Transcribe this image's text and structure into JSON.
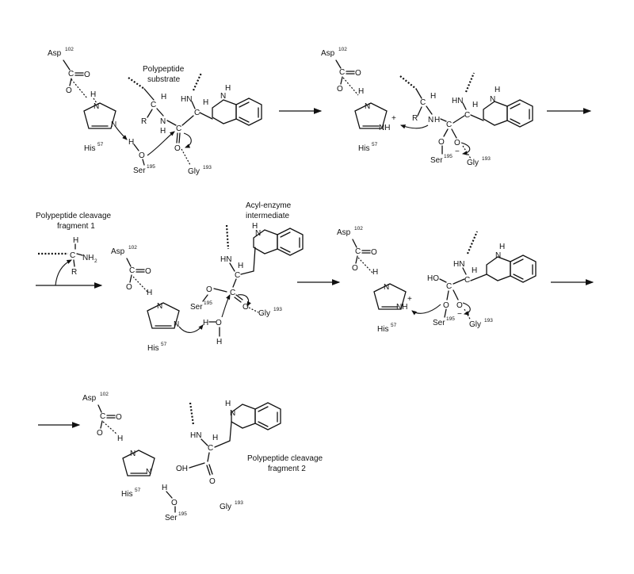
{
  "labels": {
    "asp": "Asp",
    "asp_num": "102",
    "his": "His",
    "his_num": "57",
    "ser": "Ser",
    "ser_num": "195",
    "gly": "Gly",
    "gly_num": "193",
    "atom_C": "C",
    "atom_O": "O",
    "atom_N": "N",
    "atom_H": "H",
    "atom_R": "R",
    "atom_NH": "NH",
    "atom_HN": "HN",
    "atom_HO": "HO",
    "atom_OH": "OH",
    "atom_NH2_base": "NH",
    "atom_NH2_sub": "2",
    "plus": "+",
    "minus": "−",
    "dot": "·"
  },
  "captions": {
    "substrate_line1": "Polypeptide",
    "substrate_line2": "substrate",
    "acyl_line1": "Acyl-enzyme",
    "acyl_line2": "intermediate",
    "frag1_line1": "Polypeptide cleavage",
    "frag1_line2": "fragment 1",
    "frag2_line1": "Polypeptide cleavage",
    "frag2_line2": "fragment 2"
  }
}
